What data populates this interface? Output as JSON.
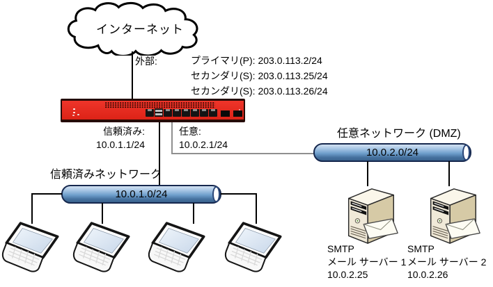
{
  "diagram": {
    "internet_cloud": {
      "label": "インターネット"
    },
    "external": {
      "label": "外部:",
      "addresses": [
        "プライマリ(P): 203.0.113.2/24",
        "セカンダリ(S): 203.0.113.25/24",
        "セカンダリ(S): 203.0.113.26/24"
      ]
    },
    "firewall": {
      "type": "firewall-appliance"
    },
    "trusted_interface": {
      "label": "信頼済み:",
      "ip": "10.0.1.1/24"
    },
    "optional_interface": {
      "label": "任意:",
      "ip": "10.0.2.1/24"
    },
    "trusted_network": {
      "label": "信頼済みネットワーク",
      "subnet": "10.0.1.0/24",
      "workstation_count": 4
    },
    "dmz_network": {
      "label": "任意ネットワーク (DMZ)",
      "subnet": "10.0.2.0/24"
    },
    "servers": [
      {
        "protocol": "SMTP",
        "name": "メール サーバー 1",
        "ip": "10.0.2.25"
      },
      {
        "protocol": "SMTP",
        "name": "メール サーバー 2",
        "ip": "10.0.2.26"
      }
    ],
    "colors": {
      "firewall_red": "#e02a1e",
      "pipe_blue": "#6f9fcc",
      "pipe_border": "#16284e",
      "link_line": "#000000",
      "optional_link_line": "#8f8f8f"
    }
  }
}
